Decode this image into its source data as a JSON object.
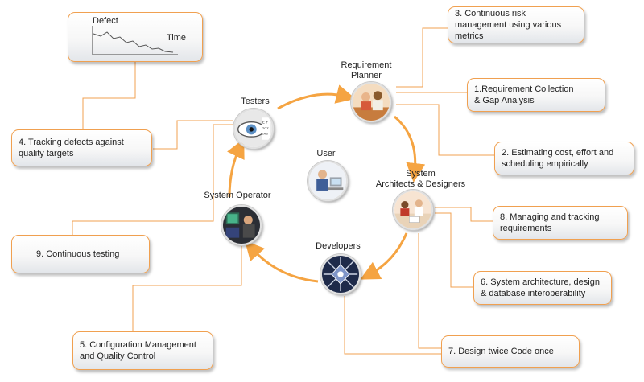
{
  "roles": {
    "testers": "Testers",
    "requirement_planner": "Requirement\nPlanner",
    "user": "User",
    "system_architects": "System\nArchitects & Designers",
    "system_operator": "System Operator",
    "developers": "Developers"
  },
  "steps": {
    "s1": "1.Requirement Collection\n& Gap Analysis",
    "s2": "2. Estimating cost, effort and\nscheduling empirically",
    "s3": "3. Continuous risk\nmanagement using various\nmetrics",
    "s4": "4. Tracking defects against\nquality targets",
    "s5": "5. Configuration Management\nand Quality Control",
    "s6": "6. System architecture, design\n& database interoperability",
    "s7": "7. Design twice Code once",
    "s8": "8. Managing and tracking\n requirements",
    "s9": "9. Continuous testing"
  },
  "defect_chart": {
    "ylabel": "Defect",
    "xlabel": "Time"
  },
  "colors": {
    "accent": "#f5a442",
    "connector": "#f0a050",
    "box_border": "#f0a050"
  }
}
